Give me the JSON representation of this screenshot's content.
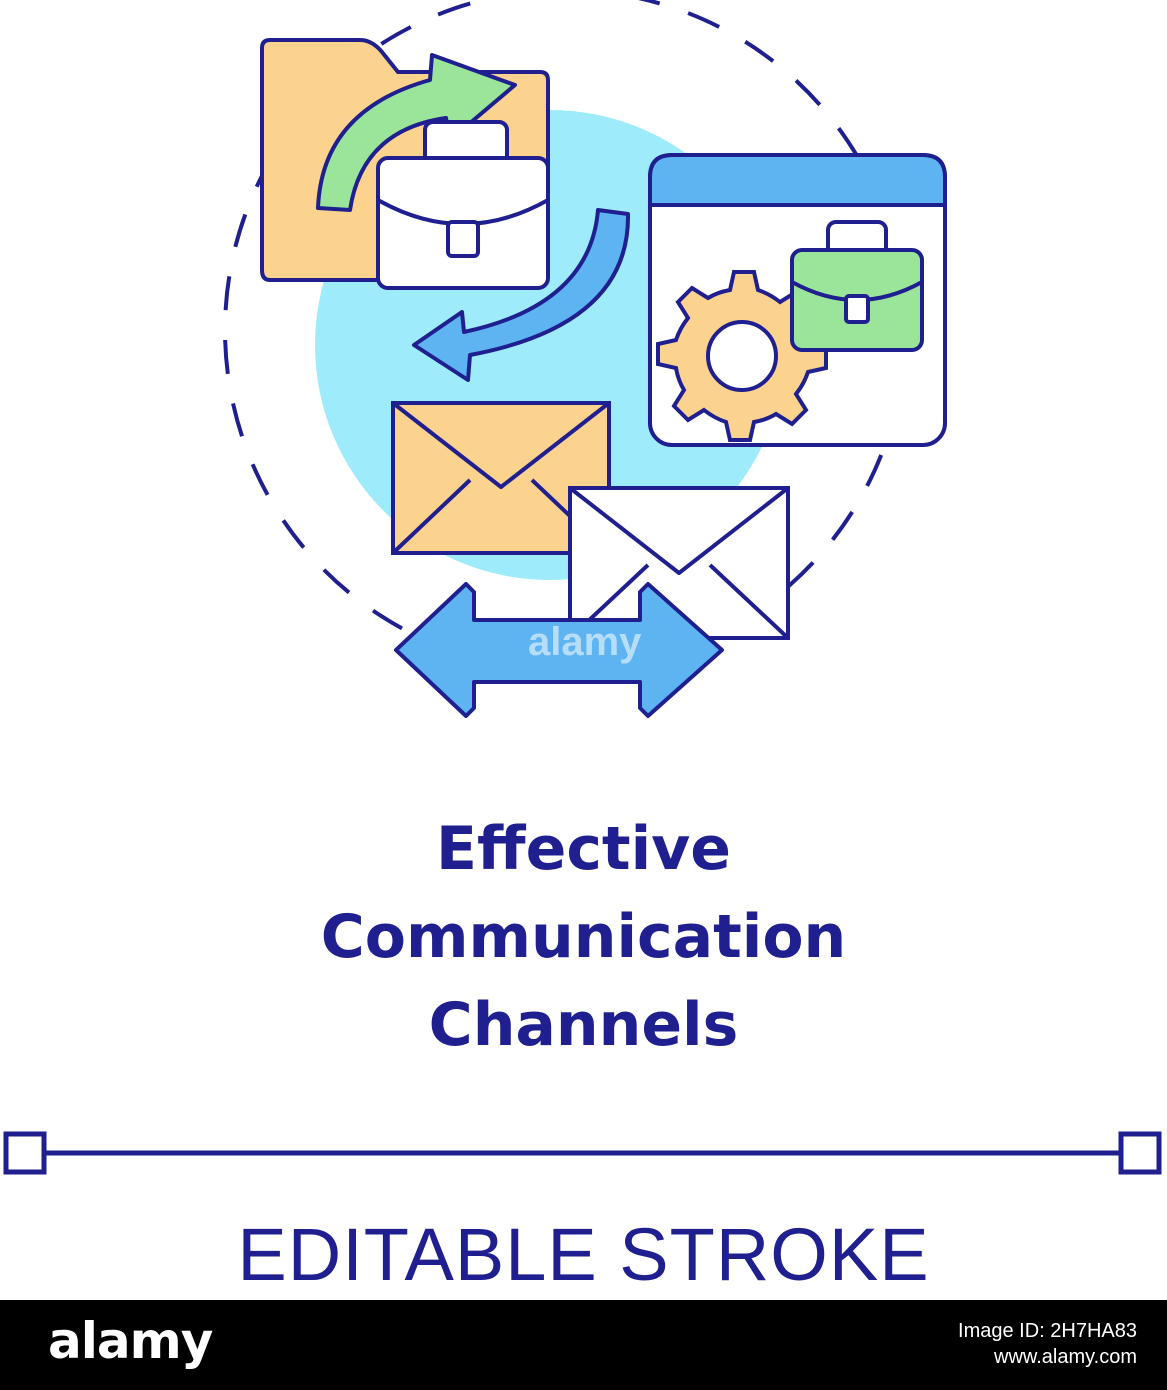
{
  "title": {
    "line1": "Effective",
    "line2": "Communication",
    "line3": "Channels"
  },
  "subtitle": "EDITABLE STROKE",
  "watermark": "alamy",
  "footer": {
    "logo": "alamy",
    "image_id": "Image ID: 2H7HA83",
    "site": "www.alamy.com"
  },
  "colors": {
    "outline": "#1f1f8f",
    "cyan_circle": "#9eecfb",
    "orange": "#fcd38e",
    "green": "#9be59b",
    "blue": "#5db4f1"
  },
  "icons": [
    "folder-icon",
    "briefcase-icon",
    "cycle-arrow-icon",
    "browser-window-icon",
    "gear-icon",
    "envelope-icon",
    "double-arrow-icon"
  ]
}
